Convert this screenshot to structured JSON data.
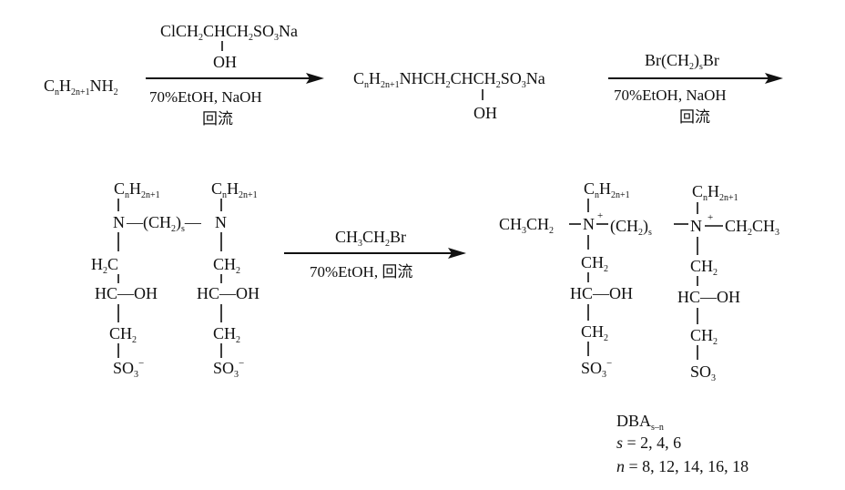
{
  "step1": {
    "reactant": [
      "C",
      "n",
      "H",
      "2n+1",
      "NH",
      "2"
    ],
    "reagent": [
      "ClCH",
      "2",
      "CHCH",
      "2",
      "SO",
      "3",
      "Na"
    ],
    "reagent_oh": "OH",
    "conditions": "70%EtOH, NaOH",
    "reflux": "回流"
  },
  "intermediate1": {
    "formula": [
      "C",
      "n",
      "H",
      "2n+1",
      "NHCH",
      "2",
      "CHCH",
      "2",
      "SO",
      "3",
      "Na"
    ],
    "oh": "OH"
  },
  "step2": {
    "reagent": [
      "Br(CH",
      "2",
      ")",
      "s",
      "Br"
    ],
    "conditions": "70%EtOH, NaOH",
    "reflux": "回流"
  },
  "intermediate2": {
    "chain_left": [
      "C",
      "n",
      "H",
      "2n+1"
    ],
    "chain_right": [
      "C",
      "n",
      "H",
      "2n+1"
    ],
    "n_left": "N",
    "linker": [
      "—(CH",
      "2",
      ")",
      "s",
      "—"
    ],
    "n_right": "N",
    "h2c": [
      "H",
      "2",
      "C"
    ],
    "ch2_right": [
      "CH",
      "2"
    ],
    "hc_oh": "HC—OH",
    "ch2": [
      "CH",
      "2"
    ],
    "so3": [
      "SO",
      "3",
      "−"
    ]
  },
  "step3": {
    "reagent": [
      "CH",
      "3",
      "CH",
      "2",
      "Br"
    ],
    "conditions": "70%EtOH, 回流"
  },
  "product": {
    "chain_left": [
      "C",
      "n",
      "H",
      "2n+1"
    ],
    "chain_right": [
      "C",
      "n",
      "H",
      "2n+1"
    ],
    "left_group": [
      "CH",
      "3",
      "CH",
      "2"
    ],
    "n_left": "N",
    "linker": [
      "(CH",
      "2",
      ")",
      "s"
    ],
    "n_right": "N",
    "right_group": [
      "CH",
      "2",
      "CH",
      "3"
    ],
    "plus": "+",
    "ch2": [
      "CH",
      "2"
    ],
    "hc_oh": "HC—OH",
    "so3_left": [
      "SO",
      "3",
      "−"
    ],
    "so3_right": [
      "SO",
      "3"
    ]
  },
  "info": {
    "name": [
      "DBA",
      "s–n"
    ],
    "s_label": "s",
    "s_values": " = 2, 4, 6",
    "n_label": "n",
    "n_values": " = 8, 12, 14, 16, 18"
  }
}
